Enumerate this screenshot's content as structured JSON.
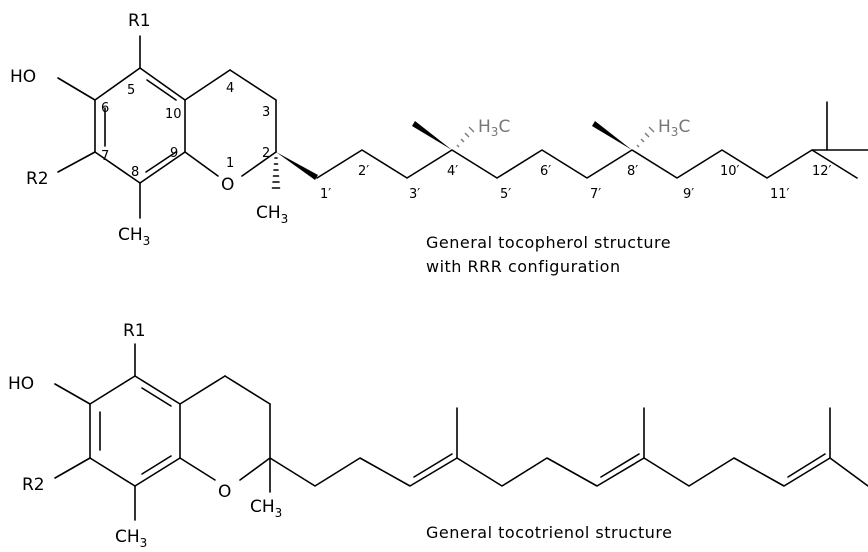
{
  "tocopherol": {
    "atoms": {
      "r1": "R1",
      "ho": "HO",
      "r2": "R2",
      "o": "O",
      "ch3_ring": "CH",
      "ch3_ring_sub": "3",
      "ch3_c2": "CH",
      "ch3_c2_sub": "3",
      "h3c_4": "H",
      "h3c_4_sub": "3",
      "h3c_4_c": "C",
      "h3c_8": "H",
      "h3c_8_sub": "3",
      "h3c_8_c": "C"
    },
    "numbers": [
      "1",
      "2",
      "3",
      "4",
      "5",
      "6",
      "7",
      "8",
      "9",
      "10",
      "1′",
      "2′",
      "3′",
      "4′",
      "5′",
      "6′",
      "7′",
      "8′",
      "9′",
      "10′",
      "11′",
      "12′"
    ],
    "caption_line1": "General tocopherol structure",
    "caption_line2": "with RRR configuration"
  },
  "tocotrienol": {
    "atoms": {
      "r1": "R1",
      "ho": "HO",
      "r2": "R2",
      "o": "O",
      "ch3_ring": "CH",
      "ch3_ring_sub": "3",
      "ch3_c2": "CH",
      "ch3_c2_sub": "3"
    },
    "caption_line1": "General tocotrienol structure"
  }
}
